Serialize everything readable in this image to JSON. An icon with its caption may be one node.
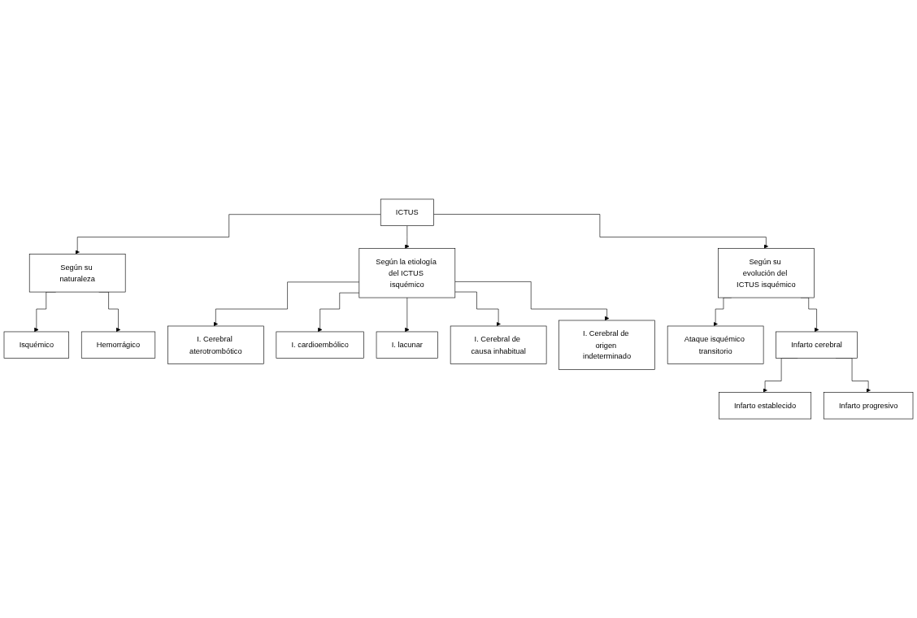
{
  "diagram": {
    "nodes": [
      {
        "text": [
          "ICTUS"
        ]
      },
      {
        "text": [
          "Según su naturaleza"
        ]
      },
      {
        "text": [
          "Según su evolución del ICTUS isquémico"
        ]
      },
      {
        "text": [
          "Según la etiología del ICTUS isquémico"
        ]
      },
      {
        "text": [
          "Isquémico"
        ]
      },
      {
        "text": [
          "Hemorrágico"
        ]
      },
      {
        "text": [
          "I. Cerebral aterotrombótico"
        ]
      },
      {
        "text": [
          "I. cardioembólico"
        ]
      },
      {
        "text": [
          "I. lacunar"
        ]
      },
      {
        "text": [
          "I. Cerebral de causa inhabitual"
        ]
      },
      {
        "text": [
          "I. Cerebral de origen indeterminado"
        ]
      },
      {
        "text": [
          "Ataque isquémico transitorio"
        ]
      },
      {
        "text": [
          "Infarto cerebral"
        ]
      },
      {
        "text": [
          "Infarto establecido"
        ]
      },
      {
        "text": [
          "Infarto progresivo"
        ]
      }
    ],
    "edges": [
      {
        "from": 0,
        "to": 1,
        "arrow": "to"
      },
      {
        "from": 0,
        "to": 2,
        "arrow": "to"
      },
      {
        "from": 0,
        "to": 3,
        "arrow": "to"
      },
      {
        "from": 1,
        "to": 4,
        "arrow": "to"
      },
      {
        "from": 1,
        "to": 5,
        "arrow": "to"
      },
      {
        "from": 3,
        "to": 6,
        "arrow": "to"
      },
      {
        "from": 3,
        "to": 7,
        "arrow": "to"
      },
      {
        "from": 3,
        "to": 8,
        "arrow": "to"
      },
      {
        "from": 3,
        "to": 9,
        "arrow": "to"
      },
      {
        "from": 3,
        "to": 10,
        "arrow": "to"
      },
      {
        "from": 2,
        "to": 11,
        "arrow": "to"
      },
      {
        "from": 2,
        "to": 12,
        "arrow": "to"
      },
      {
        "from": 12,
        "to": 13,
        "arrow": "to"
      },
      {
        "from": 12,
        "to": 14,
        "arrow": "to"
      }
    ]
  }
}
